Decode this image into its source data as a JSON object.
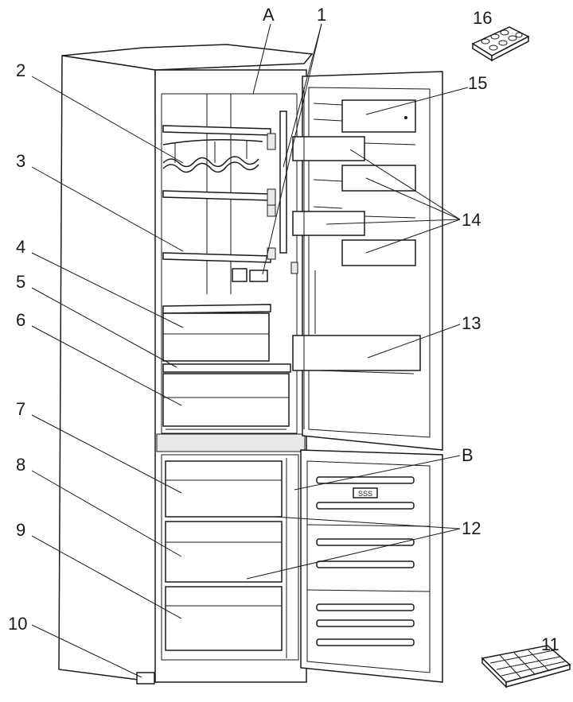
{
  "labels": {
    "l1": "1",
    "l2": "2",
    "l3": "3",
    "l4": "4",
    "l5": "5",
    "l6": "6",
    "l7": "7",
    "l8": "8",
    "l9": "9",
    "l10": "10",
    "l11": "11",
    "l12": "12",
    "l13": "13",
    "l14": "14",
    "l15": "15",
    "l16": "16",
    "lA": "A",
    "lB": "B"
  },
  "display_panel": "SSS"
}
